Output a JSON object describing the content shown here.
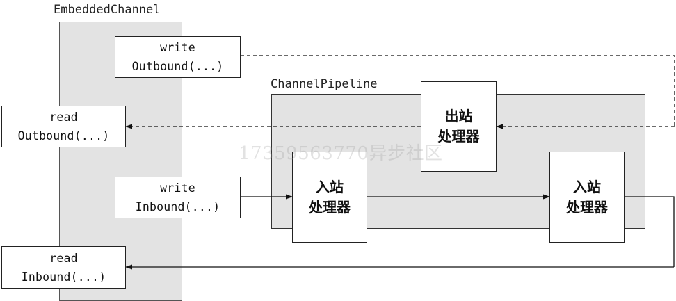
{
  "embedded_channel": {
    "title": "EmbeddedChannel",
    "write_outbound": {
      "line1": "write",
      "line2": "Outbound(...)"
    },
    "read_outbound": {
      "line1": "read",
      "line2": "Outbound(...)"
    },
    "write_inbound": {
      "line1": "write",
      "line2": "Inbound(...)"
    },
    "read_inbound": {
      "line1": "read",
      "line2": "Inbound(...)"
    }
  },
  "channel_pipeline": {
    "title": "ChannelPipeline",
    "outbound_handler": {
      "line1": "出站",
      "line2": "处理器"
    },
    "inbound_handler_1": {
      "line1": "入站",
      "line2": "处理器"
    },
    "inbound_handler_2": {
      "line1": "入站",
      "line2": "处理器"
    }
  },
  "watermark": "17359563770异步社区",
  "colors": {
    "panel_fill": "#e3e3e3",
    "line": "#111111",
    "box_fill": "#ffffff"
  }
}
